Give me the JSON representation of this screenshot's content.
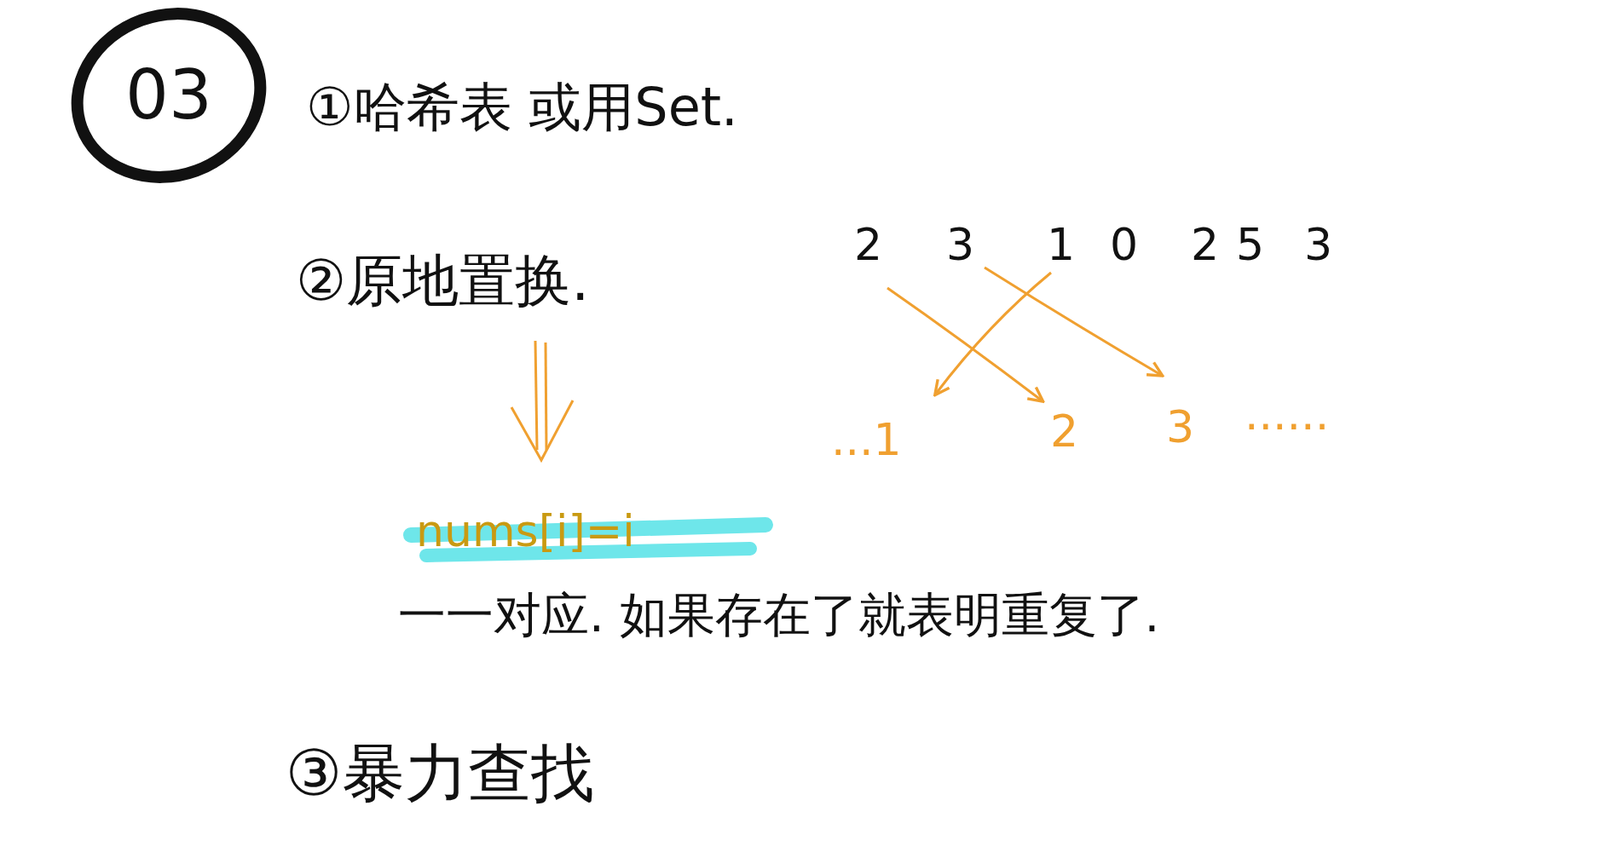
{
  "diagram": {
    "nodes": [
      {
        "text": [
          "03"
        ]
      }
    ],
    "labels": [
      "①哈希表 或用Set.",
      "②原地置换.",
      "2",
      "3",
      "1",
      "0",
      "2",
      "5",
      "3",
      "...1",
      "2",
      "3",
      "......",
      "nums[i]=i",
      "一一对应. 如果存在了就表明重复了.",
      "③暴力查找"
    ]
  }
}
